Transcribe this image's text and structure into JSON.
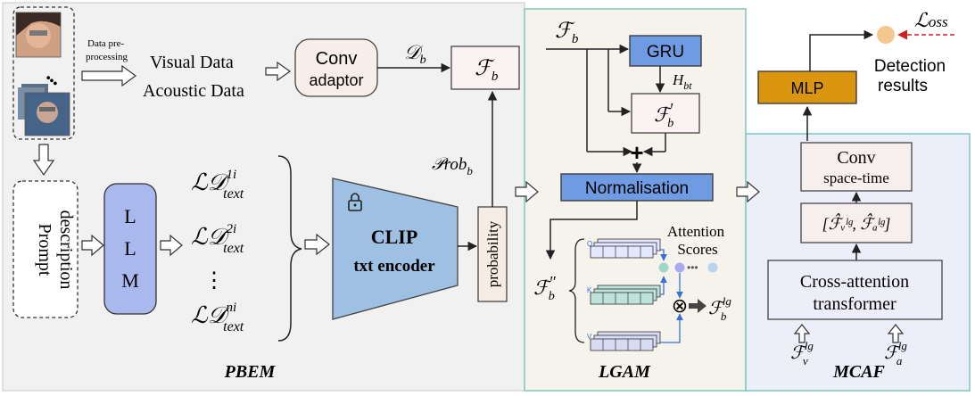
{
  "pbem": {
    "section_label": "PBEM",
    "preprocess_label_line1": "Data pre-",
    "preprocess_label_line2": "processing",
    "visual_data": "Visual Data",
    "acoustic_data": "Acoustic Data",
    "conv_adaptor_line1": "Conv",
    "conv_adaptor_line2": "adaptor",
    "db_label": "𝒟",
    "db_sub": "b",
    "fb_box_label": "ℱ",
    "fb_box_sub": "b",
    "prob_label": "𝒫rob",
    "prob_sub": "b",
    "prompt_line1": "Prompt",
    "prompt_line2": "description",
    "llm_letters": [
      "L",
      "L",
      "M"
    ],
    "ld_items": [
      {
        "base": "ℒ𝒟",
        "sup": "1i",
        "sub": "text"
      },
      {
        "base": "ℒ𝒟",
        "sup": "2i",
        "sub": "text"
      },
      {
        "base": "ℒ𝒟",
        "sup": "ni",
        "sub": "text"
      }
    ],
    "ellipsis": "⋮",
    "clip_line1": "CLIP",
    "clip_line2": "txt encoder",
    "probability": "probability"
  },
  "lgam": {
    "section_label": "LGAM",
    "fb_input": "ℱ",
    "fb_input_sub": "b",
    "gru": "GRU",
    "hbt": "H",
    "hbt_sub": "bt",
    "fb_prime": "ℱ",
    "fb_prime_sub": "b",
    "fb_prime_sup": "′",
    "plus": "+",
    "normalisation": "Normalisation",
    "fb_dprime": "ℱ",
    "fb_dprime_sub": "b",
    "fb_dprime_sup": "″",
    "attention_line1": "Attention",
    "attention_line2": "Scores",
    "q": "Q",
    "k": "K",
    "v": "V",
    "otimes": "⊗",
    "fb_lg": "ℱ",
    "fb_lg_sub": "b",
    "fb_lg_sup": "lg"
  },
  "mcaf": {
    "section_label": "MCAF",
    "loss": "ℒ",
    "loss_rest": "oss",
    "detection_line1": "Detection",
    "detection_line2": "results",
    "mlp": "MLP",
    "conv_line1": "Conv",
    "conv_line2": "space-time",
    "concat": "[ℱ̂ᵥˡᵍ, ℱ̂ₐˡᵍ]",
    "cross_line1": "Cross-attention",
    "cross_line2": "transformer",
    "fv": "ℱ",
    "fv_sub": "v",
    "fv_sup": "lg",
    "fa": "ℱ",
    "fa_sub": "a",
    "fa_sup": "lg"
  },
  "colors": {
    "pbem_bg": "#f1f1f1",
    "lgam_bg": "#f6f3ec",
    "mcaf_bg": "#eceefa",
    "blue_box": "#6f9be3",
    "llm_box": "#a9b9ee",
    "clip_fill": "#9ec1e3",
    "mlp_fill": "#d9950e",
    "accent_border": "#7fc6bf",
    "loss_red": "#d22020",
    "dot_orange": "#f3c88e"
  }
}
